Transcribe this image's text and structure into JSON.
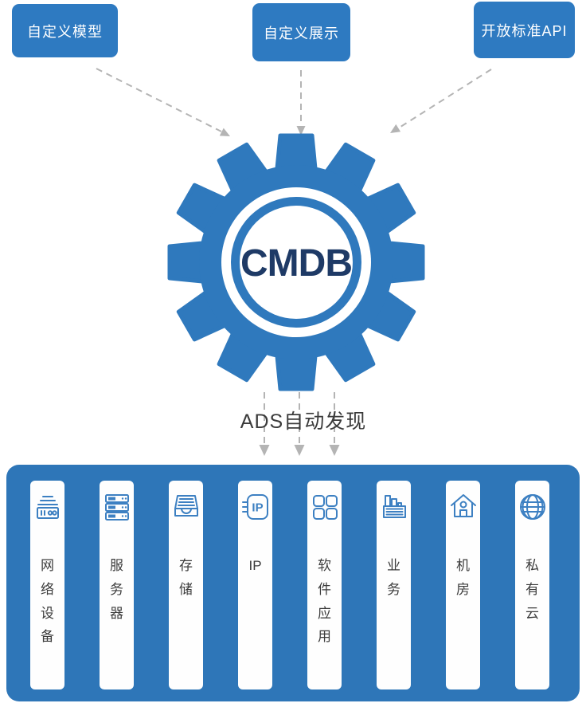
{
  "top_boxes": [
    {
      "label": "自定义模型"
    },
    {
      "label": "自定义展示"
    },
    {
      "label": "开放标准API"
    }
  ],
  "gear": {
    "label": "CMDB"
  },
  "discovery": {
    "label": "ADS自动发现"
  },
  "panel": {
    "items": [
      {
        "label": "网络设备",
        "icon": "network-device"
      },
      {
        "label": "服务器",
        "icon": "server"
      },
      {
        "label": "存储",
        "icon": "storage"
      },
      {
        "label": "IP",
        "icon": "ip",
        "icon_text": "IP"
      },
      {
        "label": "软件应用",
        "icon": "software-app"
      },
      {
        "label": "业务",
        "icon": "business"
      },
      {
        "label": "机房",
        "icon": "machine-room"
      },
      {
        "label": "私有云",
        "icon": "private-cloud"
      }
    ]
  },
  "colors": {
    "box_blue": "#2e7ac1",
    "gear_blue": "#2f79bd",
    "panel_blue": "#2e76b8",
    "icon_stroke": "#3d80c2",
    "cmdb_text": "#1e3a66",
    "arrow_gray": "#b4b4b4",
    "label_text": "#3b3b3b"
  }
}
